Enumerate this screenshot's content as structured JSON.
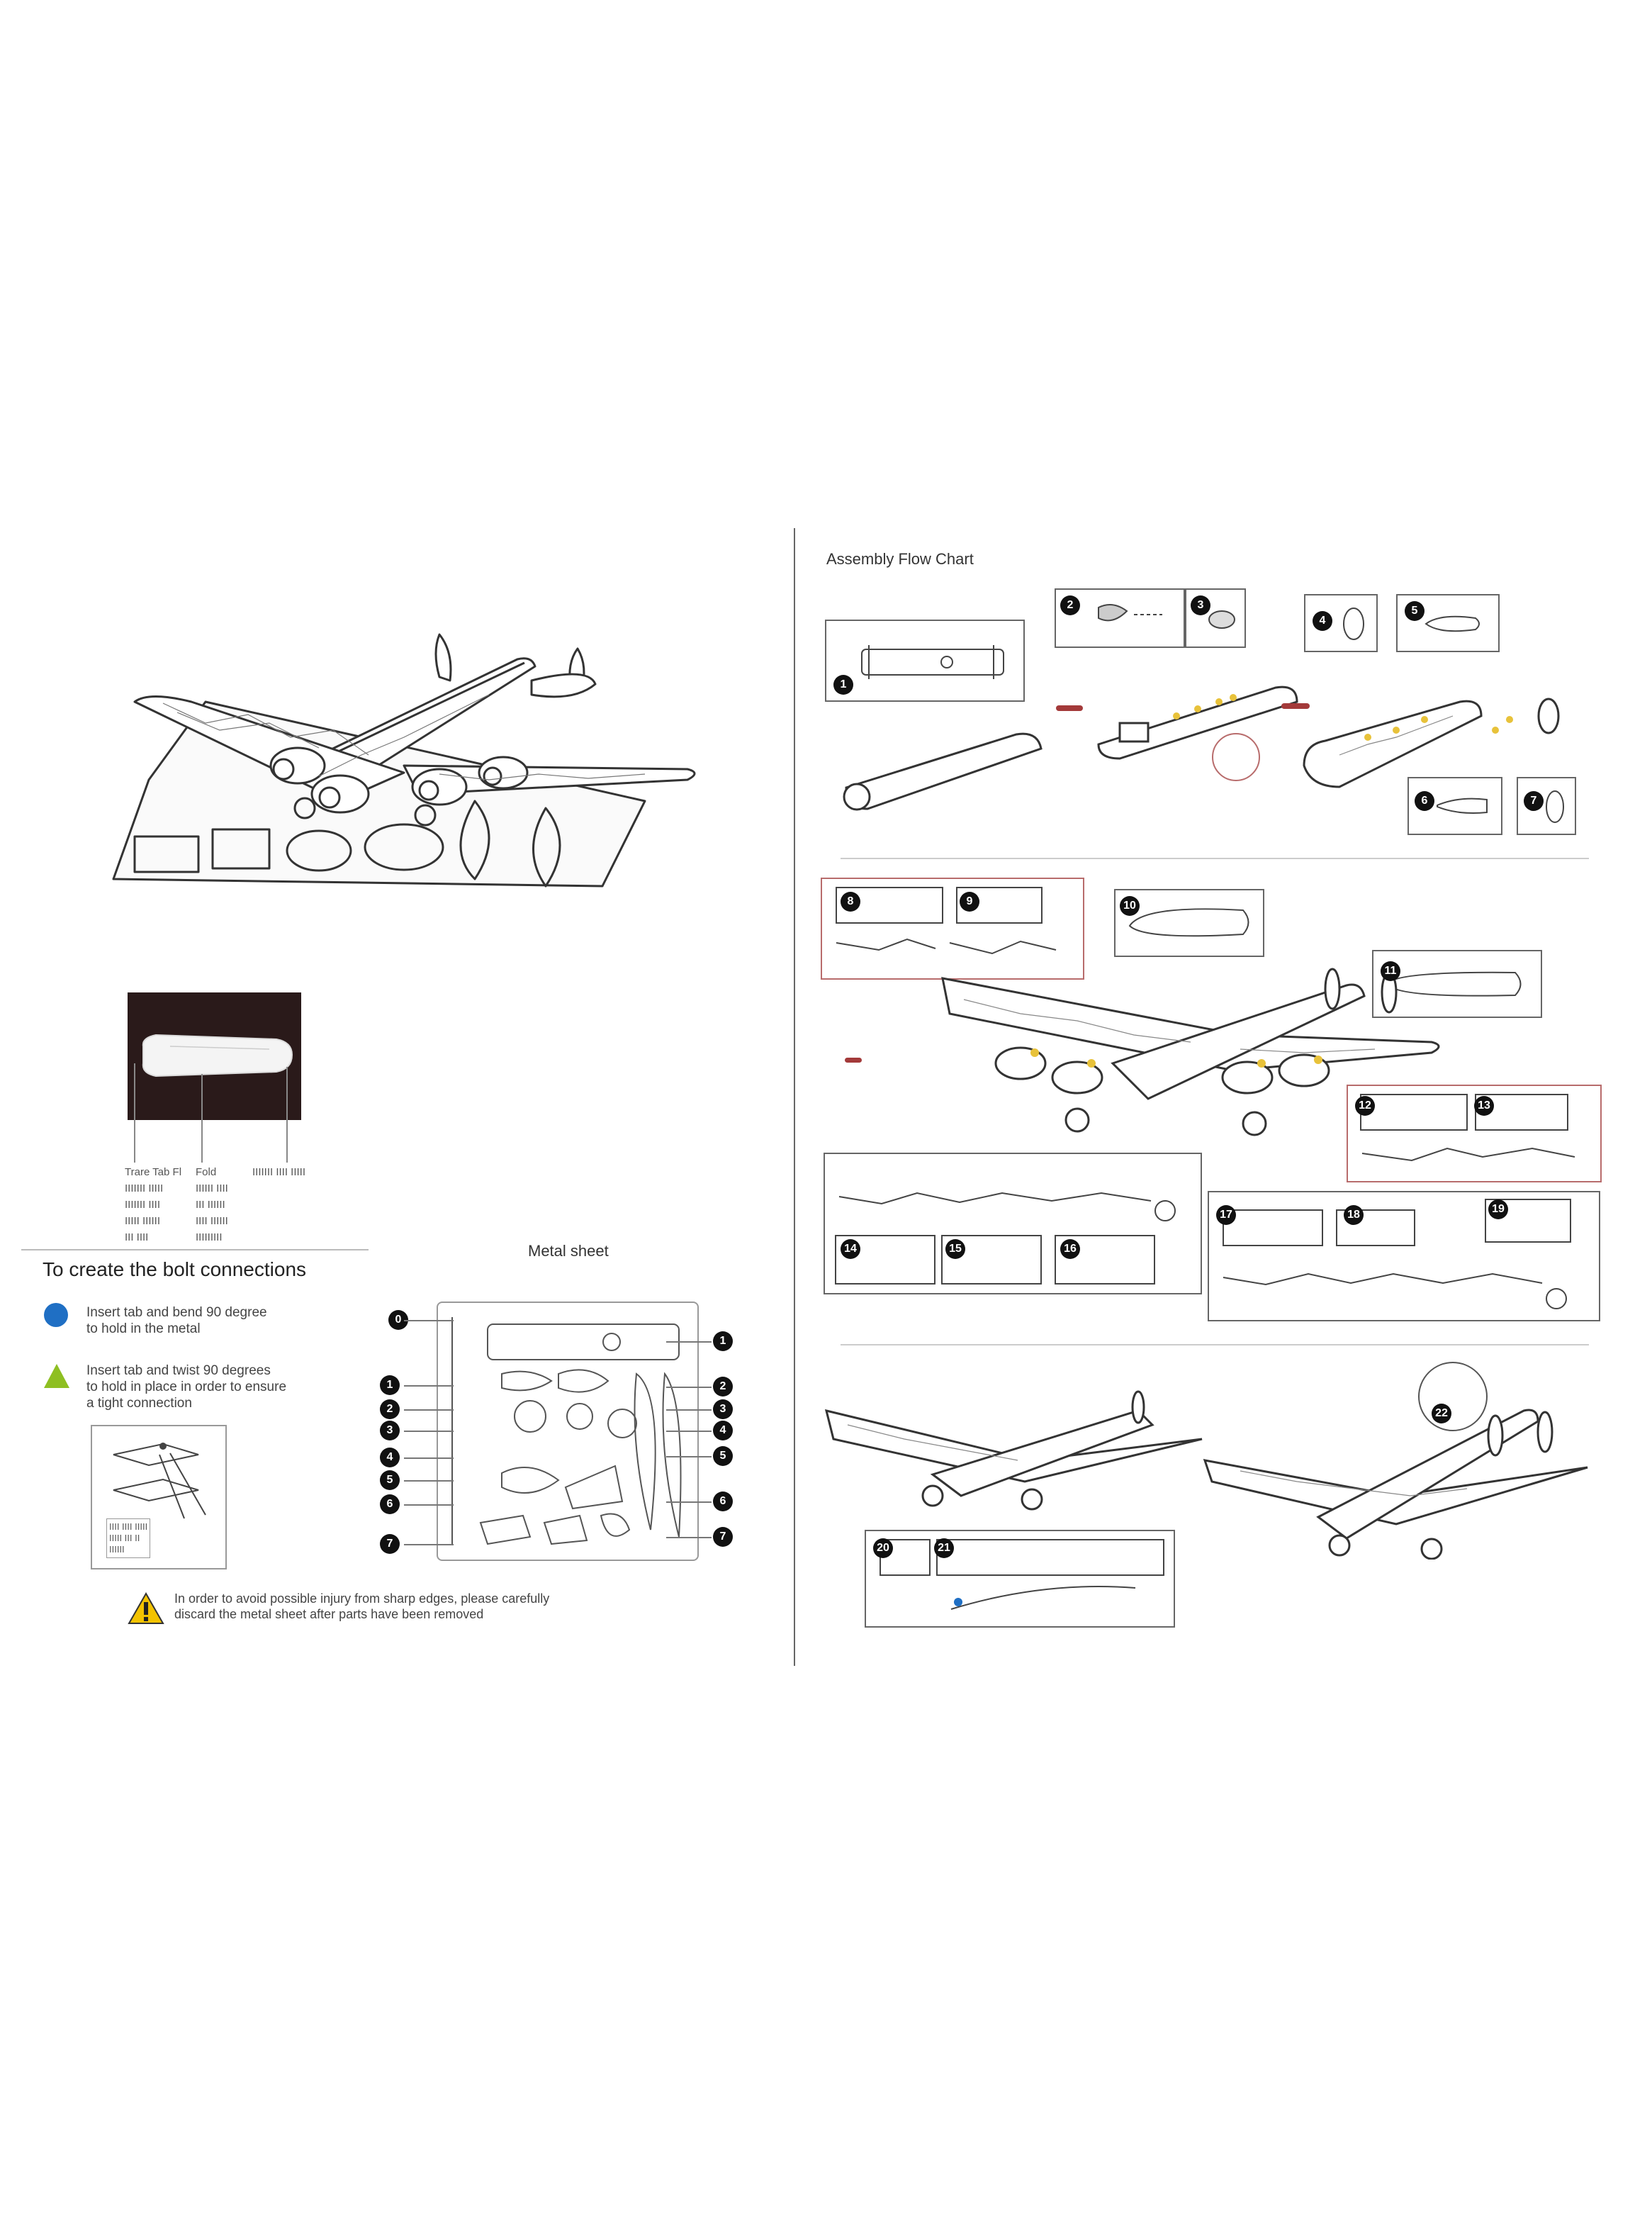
{
  "left_page": {
    "callouts": [
      "Trare Tab Fl\nIIIIIII IIIII\nIIIIIII IIII\nIIIII IIIIII\nIII IIII",
      "Fold\nIIIIII IIII\nIII IIIIII\nIIII IIIIII\nIIIIIIIII",
      "IIIIIII IIII IIIII"
    ],
    "bolt_section": {
      "title": "To create the bolt connections",
      "blue_item": "Insert tab and bend 90 degree\nto hold in the metal",
      "green_item": "Insert tab and twist 90 degrees\nto hold in place in order to ensure\na tight connection",
      "inset_note": "IIII IIII IIIII\nIIIII III II\nIIIIII"
    },
    "metal_sheet": {
      "title": "Metal sheet",
      "left_badges": [
        "0",
        "1",
        "2",
        "3",
        "4",
        "5",
        "6",
        "7"
      ],
      "right_badges": [
        "1",
        "2",
        "3",
        "4",
        "5",
        "6",
        "7"
      ]
    },
    "warning": {
      "icon": "warning-triangle-icon",
      "text": "In order to avoid possible injury from sharp edges, please carefully\ndiscard the metal sheet after parts have been removed"
    }
  },
  "right_page": {
    "title": "Assembly Flow Chart",
    "step_badges": [
      "1",
      "2",
      "3",
      "4",
      "5",
      "6",
      "7",
      "8",
      "9",
      "10",
      "11",
      "12",
      "13",
      "14",
      "15",
      "16",
      "17",
      "18",
      "19",
      "20",
      "21",
      "22"
    ]
  },
  "colors": {
    "blue_dot": "#1f6fc4",
    "green_triangle": "#8ebf22",
    "warning_yellow": "#f3c300",
    "arrow_red": "#a33a3a",
    "accent_yellow": "#e8c23a"
  }
}
